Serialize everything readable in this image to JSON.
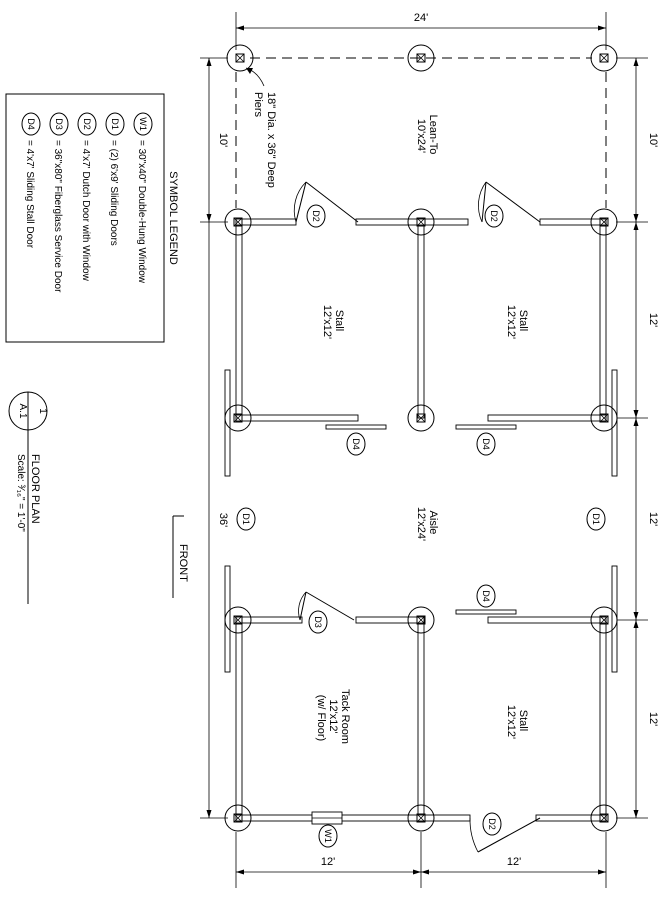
{
  "dimensions": {
    "top": "24'",
    "left_lean_to": "10'",
    "left_overall": "36'",
    "right": [
      "10'",
      "12'",
      "12'",
      "12'"
    ],
    "bottom": [
      "12'",
      "12'"
    ]
  },
  "pier_note": [
    "18\" Dia. x 36\" Deep",
    "Piers"
  ],
  "rooms": {
    "lean_to": [
      "Lean-To",
      "10'x24'"
    ],
    "stall_tl": [
      "Stall",
      "12'x12'"
    ],
    "stall_tr": [
      "Stall",
      "12'x12'"
    ],
    "aisle": [
      "Aisle",
      "12'x24'"
    ],
    "tack_room": [
      "Tack Room",
      "12'x12'",
      "(w/ Floor)"
    ],
    "stall_br": [
      "Stall",
      "12'x12'"
    ]
  },
  "tags": {
    "d1": "D1",
    "d2": "D2",
    "d3": "D3",
    "d4": "D4",
    "w1": "W1"
  },
  "legend": {
    "title": "SYMBOL LEGEND",
    "items": [
      {
        "tag": "W1",
        "text": "= 30\"x40\" Double-Hung Window"
      },
      {
        "tag": "D1",
        "text": "= (2) 6'x9' Sliding Doors"
      },
      {
        "tag": "D2",
        "text": "= 4'x7' Dutch Door with Window"
      },
      {
        "tag": "D3",
        "text": "= 36\"x80\" Fiberglass Service Door"
      },
      {
        "tag": "D4",
        "text": "= 4'x7' Sliding Stall Door"
      }
    ]
  },
  "title_block": {
    "number": "1",
    "sheet": "A.1",
    "title": "FLOOR PLAN",
    "scale": "Scale: ³⁄₁₆\" = 1'-0\""
  },
  "front_label": "FRONT"
}
